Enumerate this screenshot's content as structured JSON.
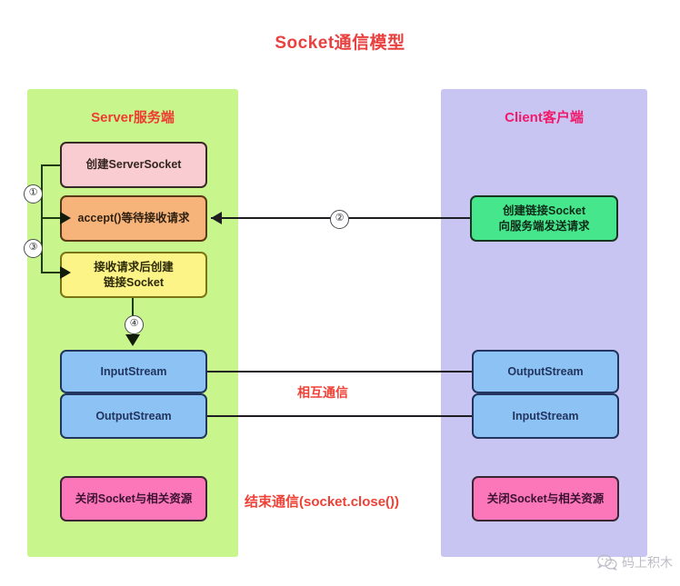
{
  "title": "Socket通信模型",
  "server": {
    "panel_title": "Server服务端",
    "nodes": {
      "create_server_socket": "创建ServerSocket",
      "accept_wait": "accept()等待接收请求",
      "create_link_socket_line1": "接收请求后创建",
      "create_link_socket_line2": "链接Socket",
      "input_stream": "InputStream",
      "output_stream": "OutputStream",
      "close_socket": "关闭Socket与相关资源"
    }
  },
  "client": {
    "panel_title": "Client客户端",
    "nodes": {
      "create_socket_line1": "创建链接Socket",
      "create_socket_line2": "向服务端发送请求",
      "output_stream": "OutputStream",
      "input_stream": "InputStream",
      "close_socket": "关闭Socket与相关资源"
    }
  },
  "markers": {
    "m1": "①",
    "m2": "②",
    "m3": "③",
    "m4": "④"
  },
  "middle_labels": {
    "mutual": "相互通信",
    "close": "结束通信(socket.close())"
  },
  "watermark": {
    "text": "码上积木",
    "icon": "wechat-icon"
  },
  "colors": {
    "title_red": "#e8413f",
    "server_panel": "#c8f58c",
    "client_panel": "#c9c5f3",
    "node_pink_light": "#f9ccd2",
    "node_orange": "#f6b47a",
    "node_yellow": "#fdf487",
    "node_blue": "#8dc2f5",
    "node_magenta": "#fb77ba",
    "node_green": "#46e78c",
    "label_red": "#ef4136"
  }
}
